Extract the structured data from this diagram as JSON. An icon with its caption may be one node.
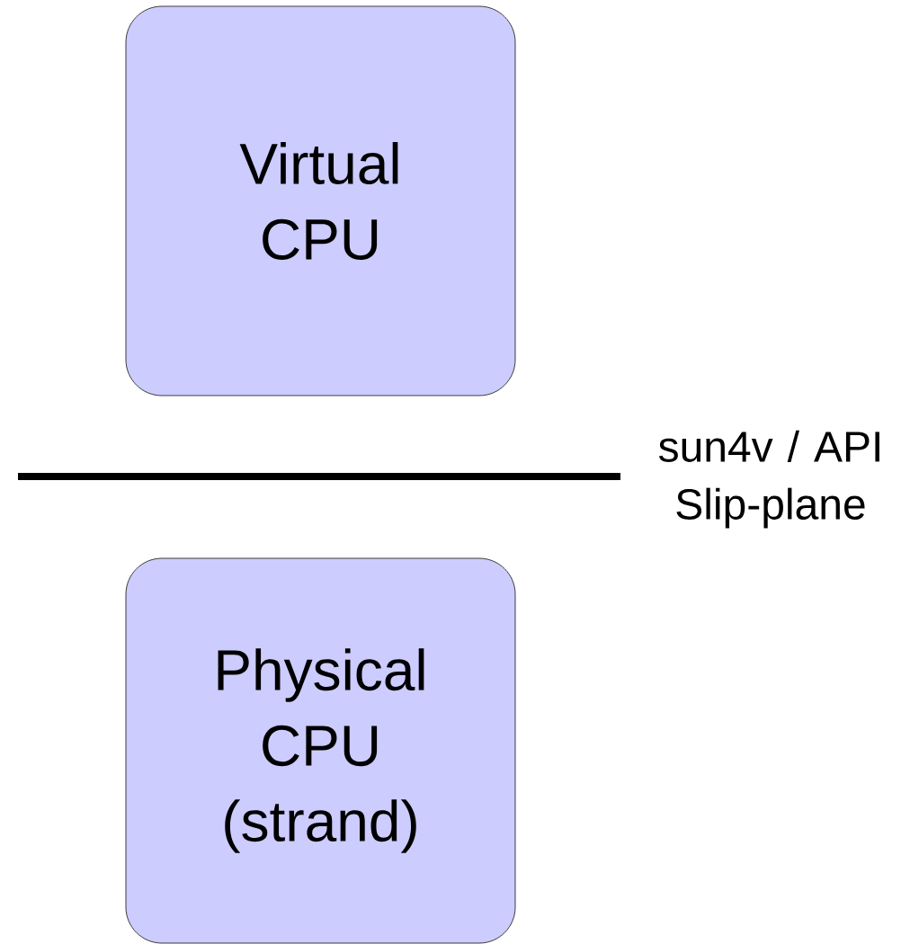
{
  "diagram": {
    "nodes": [
      {
        "text": [
          "Virtual CPU"
        ]
      },
      {
        "text": [
          "Physical CPU (strand)"
        ]
      }
    ],
    "labels": [
      "sun4v / API Slip-plane"
    ]
  }
}
